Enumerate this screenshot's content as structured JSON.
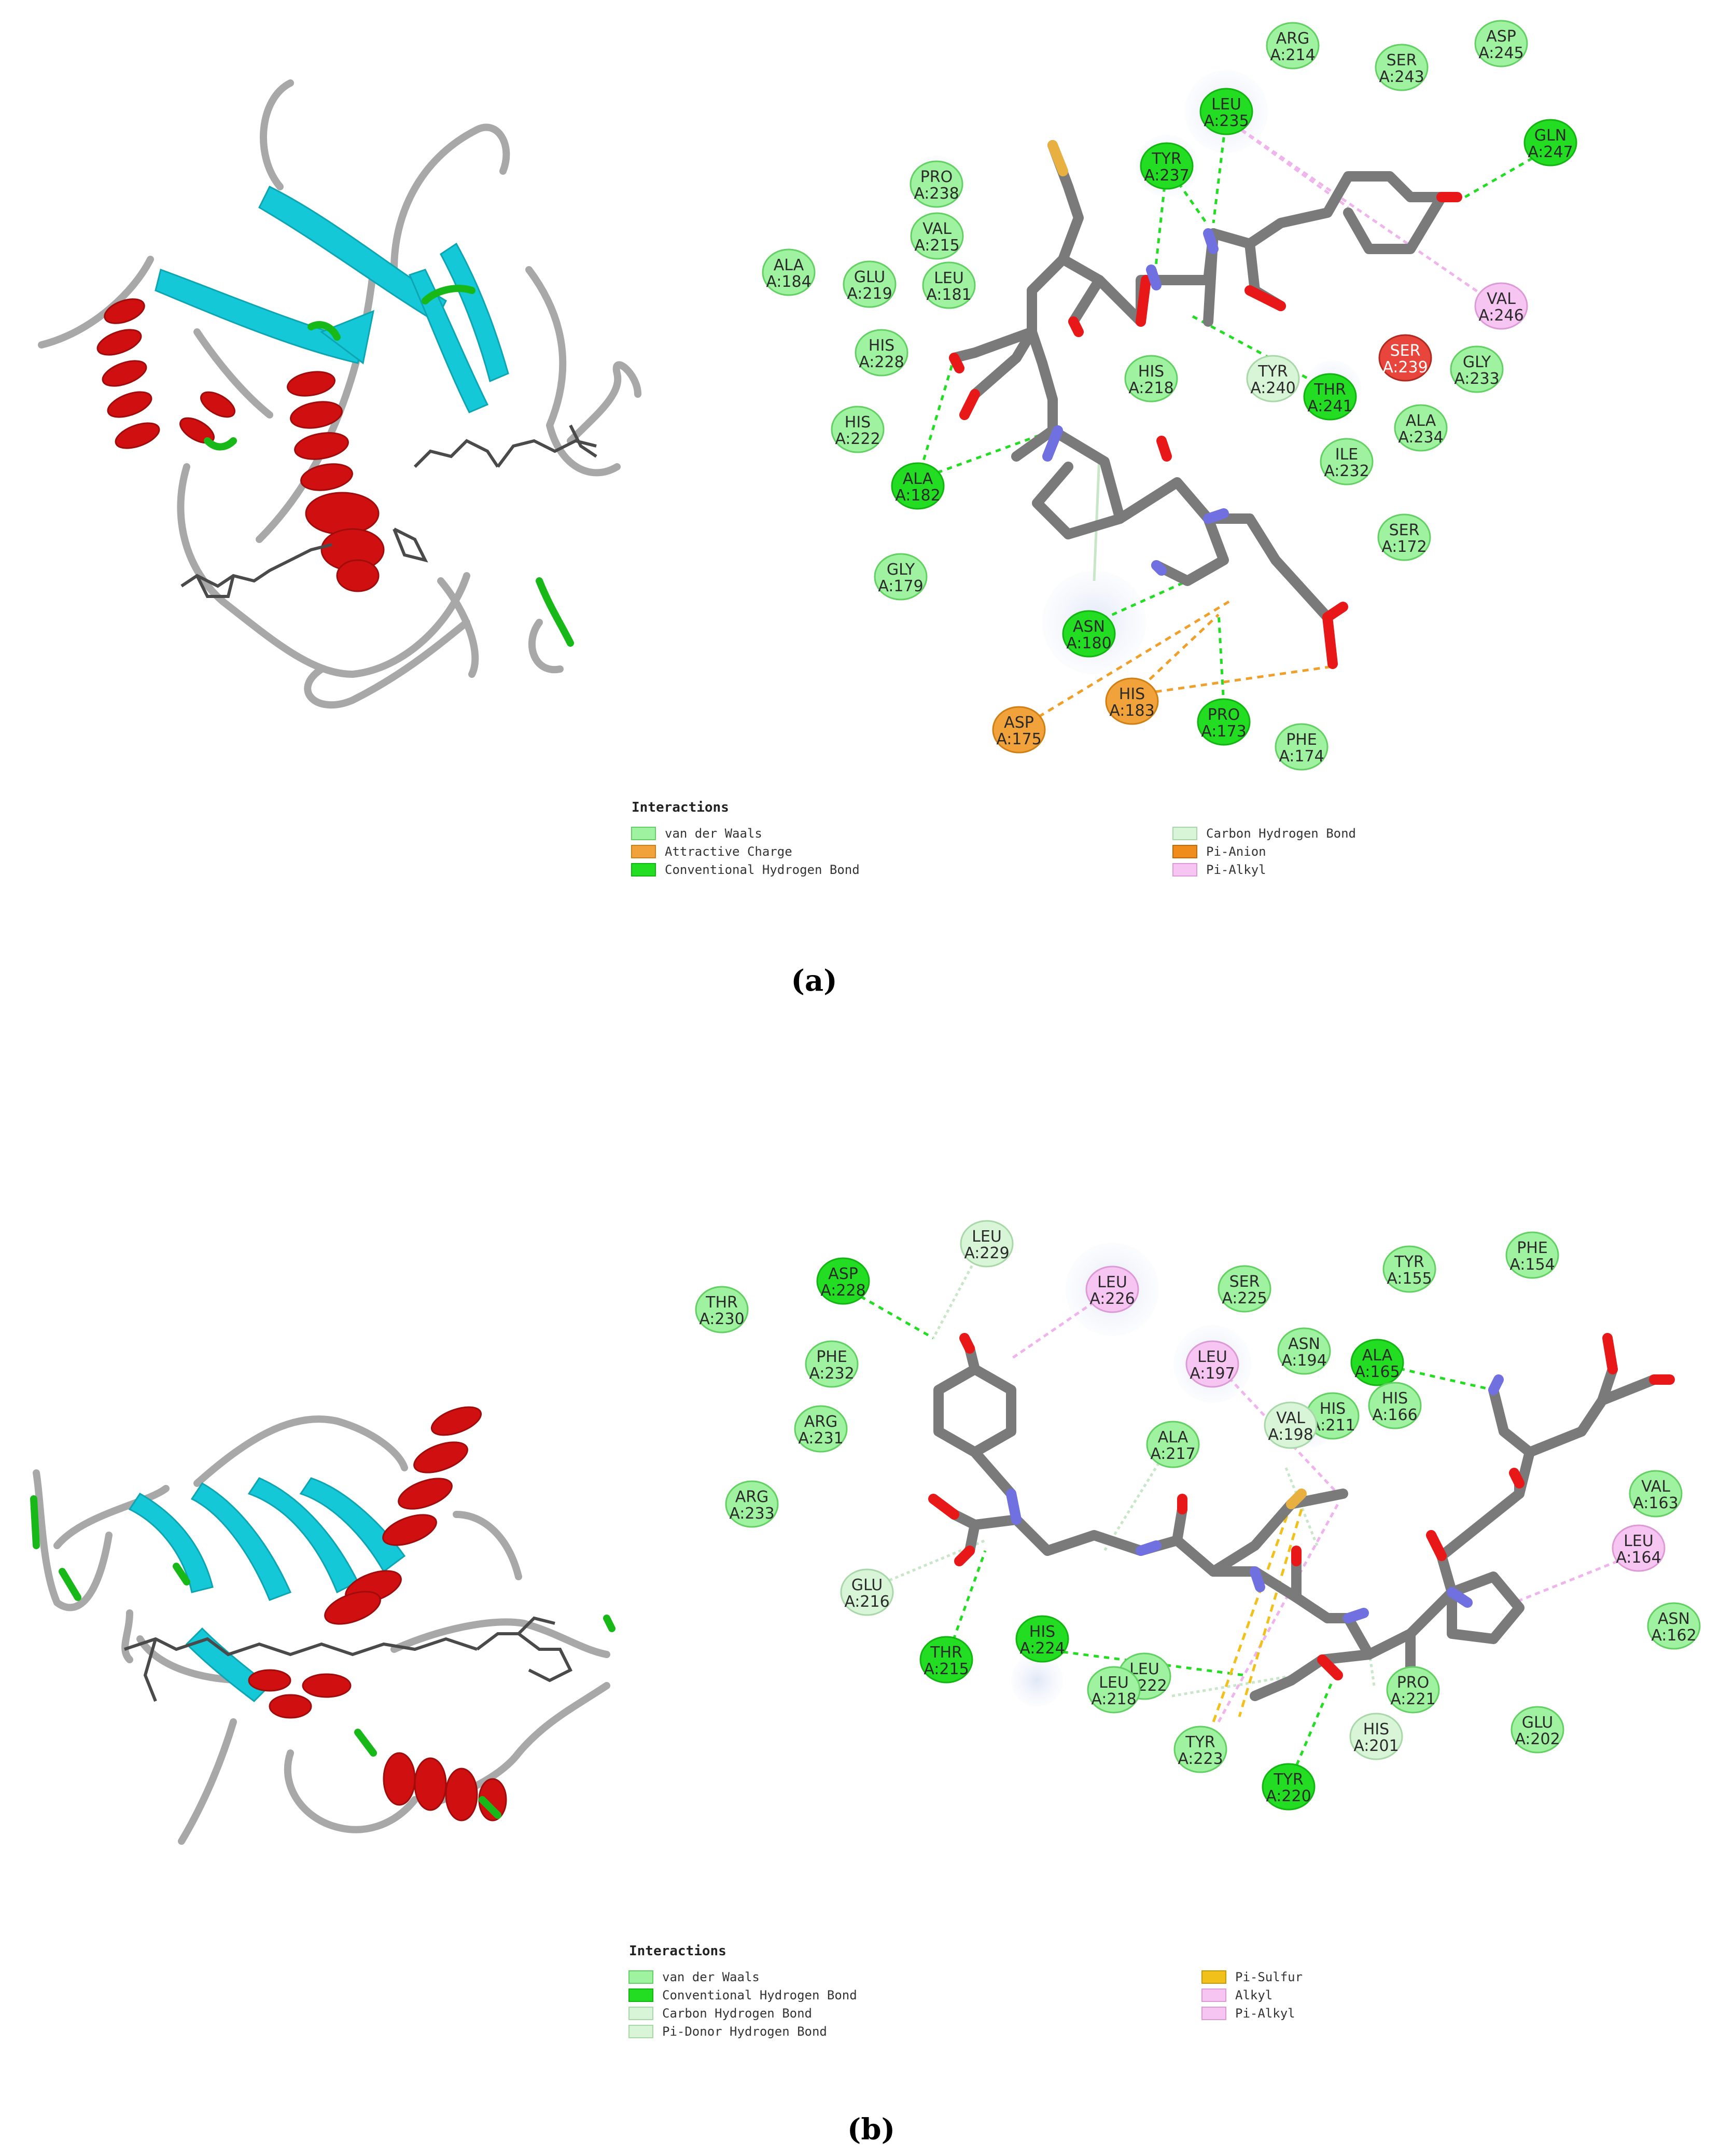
{
  "colors": {
    "vdw": "#9ff29f",
    "vdw_stroke": "#63d063",
    "hbond": "#22dd22",
    "hbond_stroke": "#12b512",
    "attractive": "#f2a23a",
    "pi_anion": "#f08c1a",
    "carbon_h": "#d8f5d8",
    "pi_alkyl": "#f7c5f2",
    "pi_sulfur": "#f2c01a",
    "unfavorable": "#e8463c",
    "helix": "#d01010",
    "sheet": "#14c8d8",
    "coil": "#9a9a9a",
    "turn": "#18b818",
    "ligand": "#7a7a7a",
    "oxygen": "#e81818",
    "nitrogen": "#7070e0",
    "sulfur": "#e8b040"
  },
  "panels": [
    {
      "label": "(a)",
      "legend_title": "Interactions",
      "legend": [
        {
          "text": "van der Waals",
          "kind": "vdw"
        },
        {
          "text": "Attractive Charge",
          "kind": "attractive"
        },
        {
          "text": "Conventional Hydrogen Bond",
          "kind": "hbond"
        },
        {
          "text": "Carbon Hydrogen Bond",
          "kind": "carbon_h"
        },
        {
          "text": "Pi-Anion",
          "kind": "pi_anion"
        },
        {
          "text": "Pi-Alkyl",
          "kind": "pi_alkyl"
        }
      ],
      "residues": [
        {
          "name": "ARG",
          "id": "A:214",
          "kind": "vdw"
        },
        {
          "name": "ASP",
          "id": "A:245",
          "kind": "vdw"
        },
        {
          "name": "SER",
          "id": "A:243",
          "kind": "vdw"
        },
        {
          "name": "LEU",
          "id": "A:235",
          "kind": "hbond"
        },
        {
          "name": "GLN",
          "id": "A:247",
          "kind": "hbond"
        },
        {
          "name": "TYR",
          "id": "A:237",
          "kind": "hbond"
        },
        {
          "name": "PRO",
          "id": "A:238",
          "kind": "vdw"
        },
        {
          "name": "VAL",
          "id": "A:215",
          "kind": "vdw"
        },
        {
          "name": "ALA",
          "id": "A:184",
          "kind": "vdw"
        },
        {
          "name": "GLU",
          "id": "A:219",
          "kind": "vdw"
        },
        {
          "name": "LEU",
          "id": "A:181",
          "kind": "vdw"
        },
        {
          "name": "VAL",
          "id": "A:246",
          "kind": "pi_alkyl"
        },
        {
          "name": "HIS",
          "id": "A:228",
          "kind": "vdw"
        },
        {
          "name": "SER",
          "id": "A:239",
          "kind": "unfavorable"
        },
        {
          "name": "GLY",
          "id": "A:233",
          "kind": "vdw"
        },
        {
          "name": "HIS",
          "id": "A:218",
          "kind": "vdw"
        },
        {
          "name": "TYR",
          "id": "A:240",
          "kind": "carbon_h"
        },
        {
          "name": "THR",
          "id": "A:241",
          "kind": "hbond"
        },
        {
          "name": "HIS",
          "id": "A:222",
          "kind": "vdw"
        },
        {
          "name": "ALA",
          "id": "A:234",
          "kind": "vdw"
        },
        {
          "name": "ILE",
          "id": "A:232",
          "kind": "vdw"
        },
        {
          "name": "ALA",
          "id": "A:182",
          "kind": "hbond"
        },
        {
          "name": "SER",
          "id": "A:172",
          "kind": "vdw"
        },
        {
          "name": "GLY",
          "id": "A:179",
          "kind": "vdw"
        },
        {
          "name": "ASN",
          "id": "A:180",
          "kind": "hbond"
        },
        {
          "name": "HIS",
          "id": "A:183",
          "kind": "attractive"
        },
        {
          "name": "PRO",
          "id": "A:173",
          "kind": "hbond"
        },
        {
          "name": "ASP",
          "id": "A:175",
          "kind": "attractive"
        },
        {
          "name": "PHE",
          "id": "A:174",
          "kind": "vdw"
        }
      ]
    },
    {
      "label": "(b)",
      "legend_title": "Interactions",
      "legend": [
        {
          "text": "van der Waals",
          "kind": "vdw"
        },
        {
          "text": "Conventional Hydrogen Bond",
          "kind": "hbond"
        },
        {
          "text": "Carbon Hydrogen Bond",
          "kind": "carbon_h"
        },
        {
          "text": "Pi-Donor Hydrogen Bond",
          "kind": "carbon_h"
        },
        {
          "text": "Pi-Sulfur",
          "kind": "pi_sulfur"
        },
        {
          "text": "Alkyl",
          "kind": "pi_alkyl"
        },
        {
          "text": "Pi-Alkyl",
          "kind": "pi_alkyl"
        }
      ],
      "residues": [
        {
          "name": "LEU",
          "id": "A:229",
          "kind": "carbon_h"
        },
        {
          "name": "PHE",
          "id": "A:154",
          "kind": "vdw"
        },
        {
          "name": "ASP",
          "id": "A:228",
          "kind": "hbond"
        },
        {
          "name": "TYR",
          "id": "A:155",
          "kind": "vdw"
        },
        {
          "name": "THR",
          "id": "A:230",
          "kind": "vdw"
        },
        {
          "name": "LEU",
          "id": "A:226",
          "kind": "pi_alkyl"
        },
        {
          "name": "SER",
          "id": "A:225",
          "kind": "vdw"
        },
        {
          "name": "PHE",
          "id": "A:232",
          "kind": "vdw"
        },
        {
          "name": "LEU",
          "id": "A:197",
          "kind": "pi_alkyl"
        },
        {
          "name": "ASN",
          "id": "A:194",
          "kind": "vdw"
        },
        {
          "name": "ALA",
          "id": "A:165",
          "kind": "hbond"
        },
        {
          "name": "ARG",
          "id": "A:231",
          "kind": "vdw"
        },
        {
          "name": "HIS",
          "id": "A:166",
          "kind": "vdw"
        },
        {
          "name": "HIS",
          "id": "A:211",
          "kind": "vdw"
        },
        {
          "name": "VAL",
          "id": "A:198",
          "kind": "carbon_h"
        },
        {
          "name": "ALA",
          "id": "A:217",
          "kind": "vdw"
        },
        {
          "name": "ARG",
          "id": "A:233",
          "kind": "vdw"
        },
        {
          "name": "VAL",
          "id": "A:163",
          "kind": "vdw"
        },
        {
          "name": "LEU",
          "id": "A:164",
          "kind": "pi_alkyl"
        },
        {
          "name": "GLU",
          "id": "A:216",
          "kind": "carbon_h"
        },
        {
          "name": "ASN",
          "id": "A:162",
          "kind": "vdw"
        },
        {
          "name": "HIS",
          "id": "A:224",
          "kind": "hbond"
        },
        {
          "name": "THR",
          "id": "A:215",
          "kind": "hbond"
        },
        {
          "name": "LEU",
          "id": "A:222",
          "kind": "vdw"
        },
        {
          "name": "LEU",
          "id": "A:218",
          "kind": "vdw"
        },
        {
          "name": "PRO",
          "id": "A:221",
          "kind": "vdw"
        },
        {
          "name": "GLU",
          "id": "A:202",
          "kind": "vdw"
        },
        {
          "name": "HIS",
          "id": "A:201",
          "kind": "carbon_h"
        },
        {
          "name": "TYR",
          "id": "A:223",
          "kind": "vdw"
        },
        {
          "name": "TYR",
          "id": "A:220",
          "kind": "hbond"
        }
      ]
    }
  ]
}
